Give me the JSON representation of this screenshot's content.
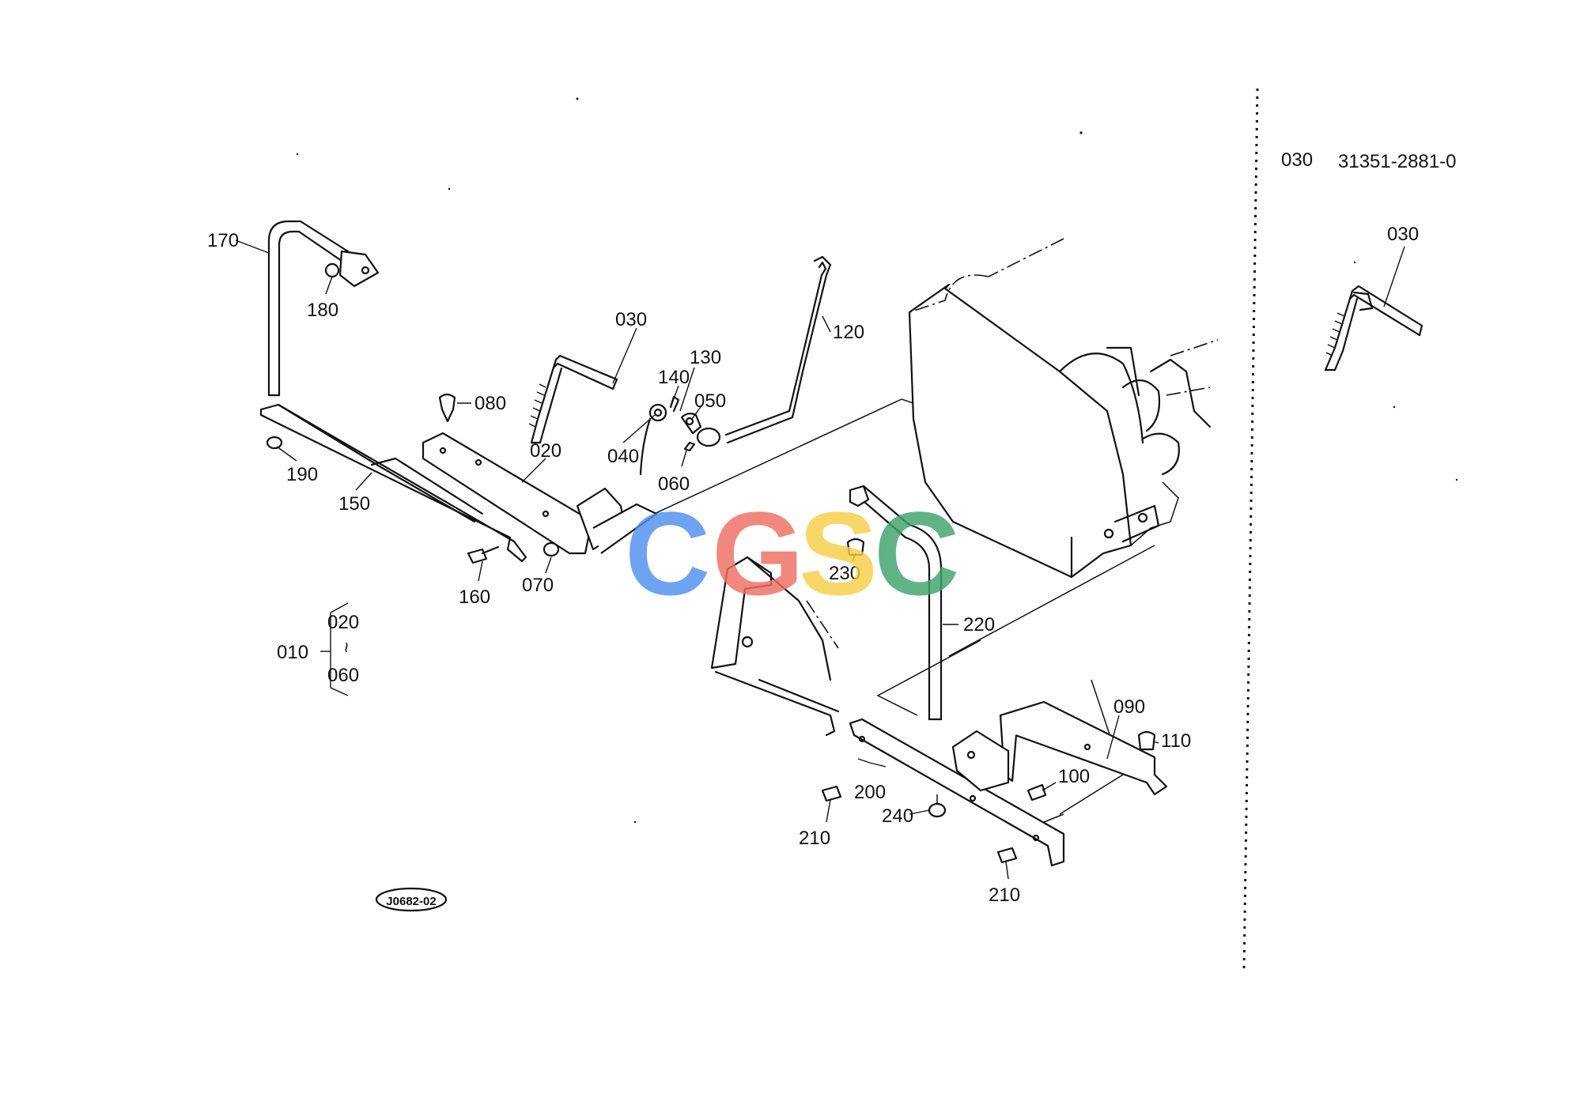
{
  "callouts": [
    {
      "id": "170",
      "text": "170"
    },
    {
      "id": "180",
      "text": "180"
    },
    {
      "id": "030",
      "text": "030"
    },
    {
      "id": "120",
      "text": "120"
    },
    {
      "id": "130",
      "text": "130"
    },
    {
      "id": "140",
      "text": "140"
    },
    {
      "id": "080",
      "text": "080"
    },
    {
      "id": "050",
      "text": "050"
    },
    {
      "id": "020",
      "text": "020"
    },
    {
      "id": "040",
      "text": "040"
    },
    {
      "id": "060",
      "text": "060"
    },
    {
      "id": "190",
      "text": "190"
    },
    {
      "id": "150",
      "text": "150"
    },
    {
      "id": "160",
      "text": "160"
    },
    {
      "id": "070",
      "text": "070"
    },
    {
      "id": "230",
      "text": "230"
    },
    {
      "id": "220",
      "text": "220"
    },
    {
      "id": "090",
      "text": "090"
    },
    {
      "id": "110",
      "text": "110"
    },
    {
      "id": "100",
      "text": "100"
    },
    {
      "id": "200",
      "text": "200"
    },
    {
      "id": "240",
      "text": "240"
    },
    {
      "id": "210a",
      "text": "210"
    },
    {
      "id": "210b",
      "text": "210"
    }
  ],
  "assembly_group": {
    "parent": "010",
    "from": "020",
    "to": "060",
    "tilde": "~"
  },
  "drawing_code": "J0682-02",
  "side_panel": {
    "item_no": "030",
    "part_number": "31351-2881-0",
    "detail_label": "030"
  },
  "watermark": {
    "letters": [
      {
        "char": "C",
        "color": "#4f8ff0"
      },
      {
        "char": "G",
        "color": "#ef6f63"
      },
      {
        "char": "S",
        "color": "#f6cf47"
      },
      {
        "char": "C",
        "color": "#3fa36b"
      }
    ]
  }
}
